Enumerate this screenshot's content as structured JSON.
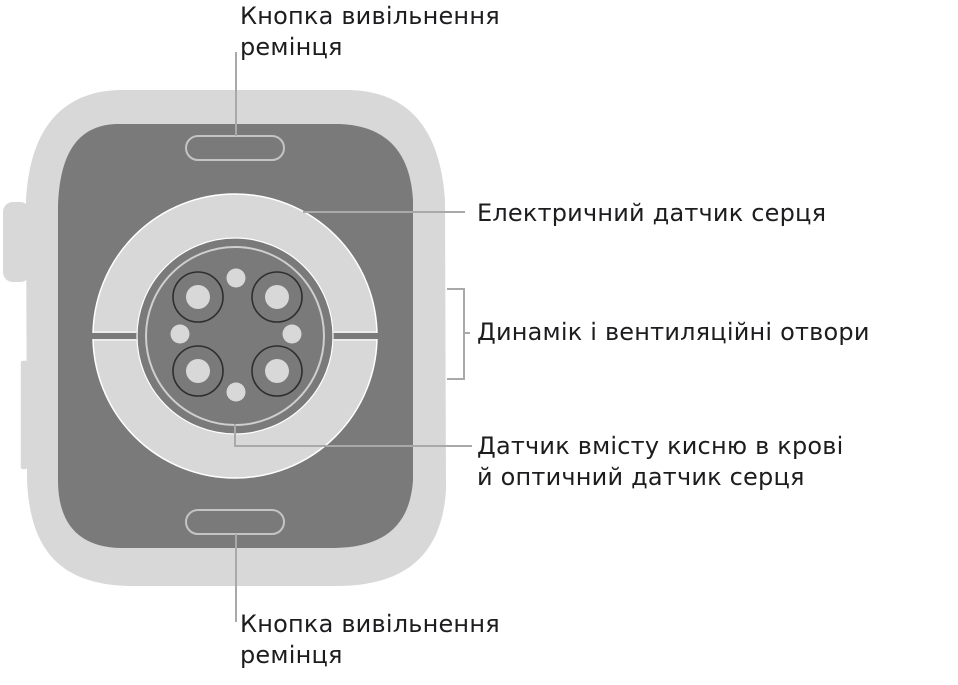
{
  "colors": {
    "case": "#d8d8d8",
    "back": "#7a7a7a",
    "ring": "#d8d8d8",
    "leader": "#a9a9a9",
    "text": "#1d1d1f",
    "sensor_outline": "#2e2e2e"
  },
  "callouts": {
    "top_band_release": {
      "line1": "Кнопка вивільнення",
      "line2": "ремінця"
    },
    "electrical_heart_sensor": {
      "line1": "Електричний датчик серця"
    },
    "speaker_vents": {
      "line1": "Динамік і вентиляційні отвори"
    },
    "blood_oxygen_optical_sensor": {
      "line1": "Датчик вмісту кисню в крові",
      "line2": "й оптичний датчик серця"
    },
    "bottom_band_release": {
      "line1": "Кнопка вивільнення",
      "line2": "ремінця"
    }
  }
}
